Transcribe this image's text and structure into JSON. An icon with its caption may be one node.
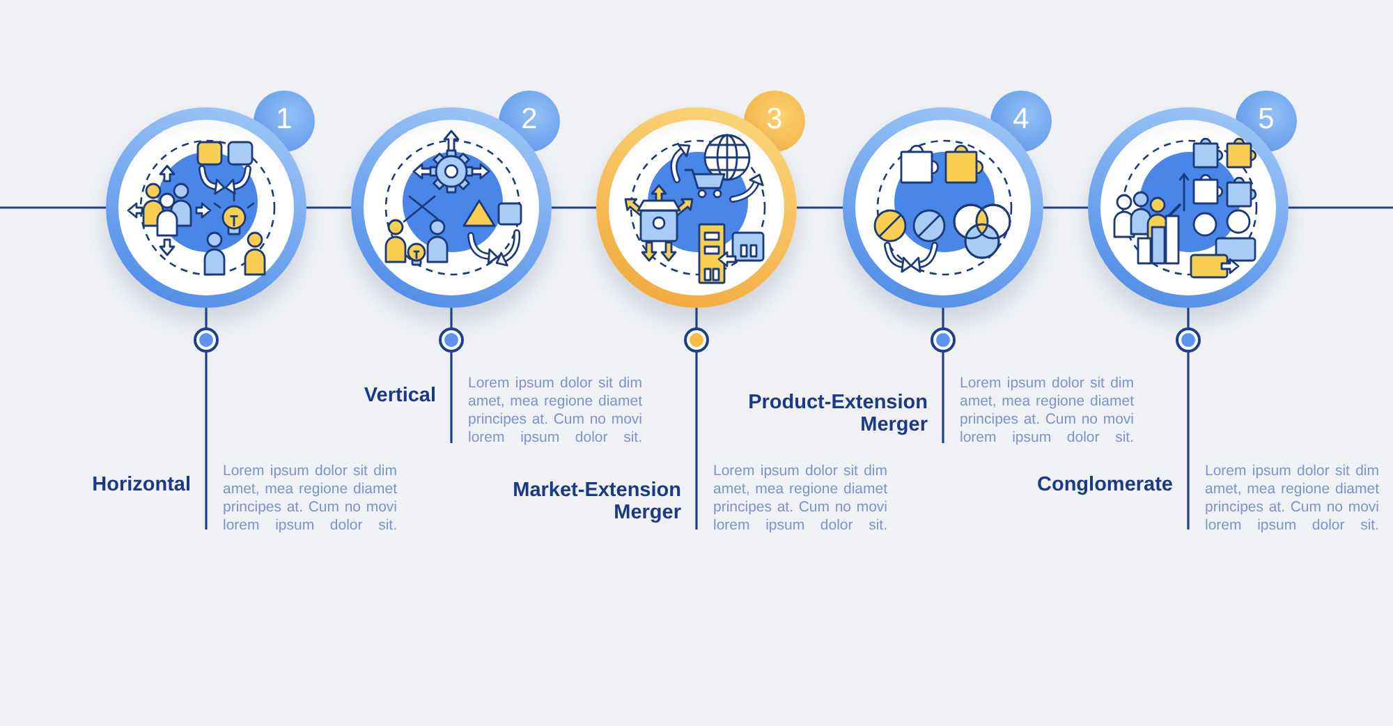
{
  "diagram": {
    "nodes": [
      {
        "text": [
          "1"
        ]
      },
      {
        "text": [],
        "shape": "circle",
        "beside": [
          "Horizontal",
          "Lorem ipsum dolor sit dim amet, mea regione diamet principes at. Cum no movi lorem ipsum dolor sit."
        ]
      },
      {
        "text": [
          "2"
        ]
      },
      {
        "text": [],
        "shape": "circle",
        "beside": [
          "Vertical",
          "Lorem ipsum dolor sit dim amet, mea regione diamet principes at. Cum no movi lorem ipsum dolor sit."
        ]
      },
      {
        "text": [
          "3"
        ]
      },
      {
        "text": [],
        "shape": "circle",
        "beside": [
          "Market-Extension Merger",
          "Lorem ipsum dolor sit dim amet, mea regione diamet principes at. Cum no movi lorem ipsum dolor sit."
        ]
      },
      {
        "text": [
          "4"
        ]
      },
      {
        "text": [],
        "shape": "circle",
        "beside": [
          "Product-Extension Merger",
          "Lorem ipsum dolor sit dim amet, mea regione diamet principes at. Cum no movi lorem ipsum dolor sit."
        ]
      },
      {
        "text": [
          "5"
        ]
      },
      {
        "text": [],
        "shape": "circle",
        "beside": [
          "Conglomerate",
          "Lorem ipsum dolor sit dim amet, mea regione diamet principes at. Cum no movi lorem ipsum dolor sit."
        ]
      }
    ],
    "edges": [
      {
        "from": null,
        "to": 0,
        "arrow": "none"
      },
      {
        "from": 0,
        "to": 2,
        "arrow": "none"
      },
      {
        "from": 2,
        "to": 4,
        "arrow": "none"
      },
      {
        "from": 4,
        "to": 6,
        "arrow": "none"
      },
      {
        "from": 6,
        "to": 8,
        "arrow": "none"
      },
      {
        "from": 8,
        "to": null,
        "arrow": "none"
      },
      {
        "from": 0,
        "to": 1,
        "arrow": "none"
      },
      {
        "from": 2,
        "to": 3,
        "arrow": "none"
      },
      {
        "from": 4,
        "to": 5,
        "arrow": "none"
      },
      {
        "from": 6,
        "to": 7,
        "arrow": "none"
      },
      {
        "from": 8,
        "to": 9,
        "arrow": "none"
      },
      {
        "from": 1,
        "to": null,
        "arrow": "none"
      },
      {
        "from": 3,
        "to": null,
        "arrow": "none"
      },
      {
        "from": 5,
        "to": null,
        "arrow": "none"
      },
      {
        "from": 7,
        "to": null,
        "arrow": "none"
      },
      {
        "from": 9,
        "to": null,
        "arrow": "none"
      }
    ]
  }
}
